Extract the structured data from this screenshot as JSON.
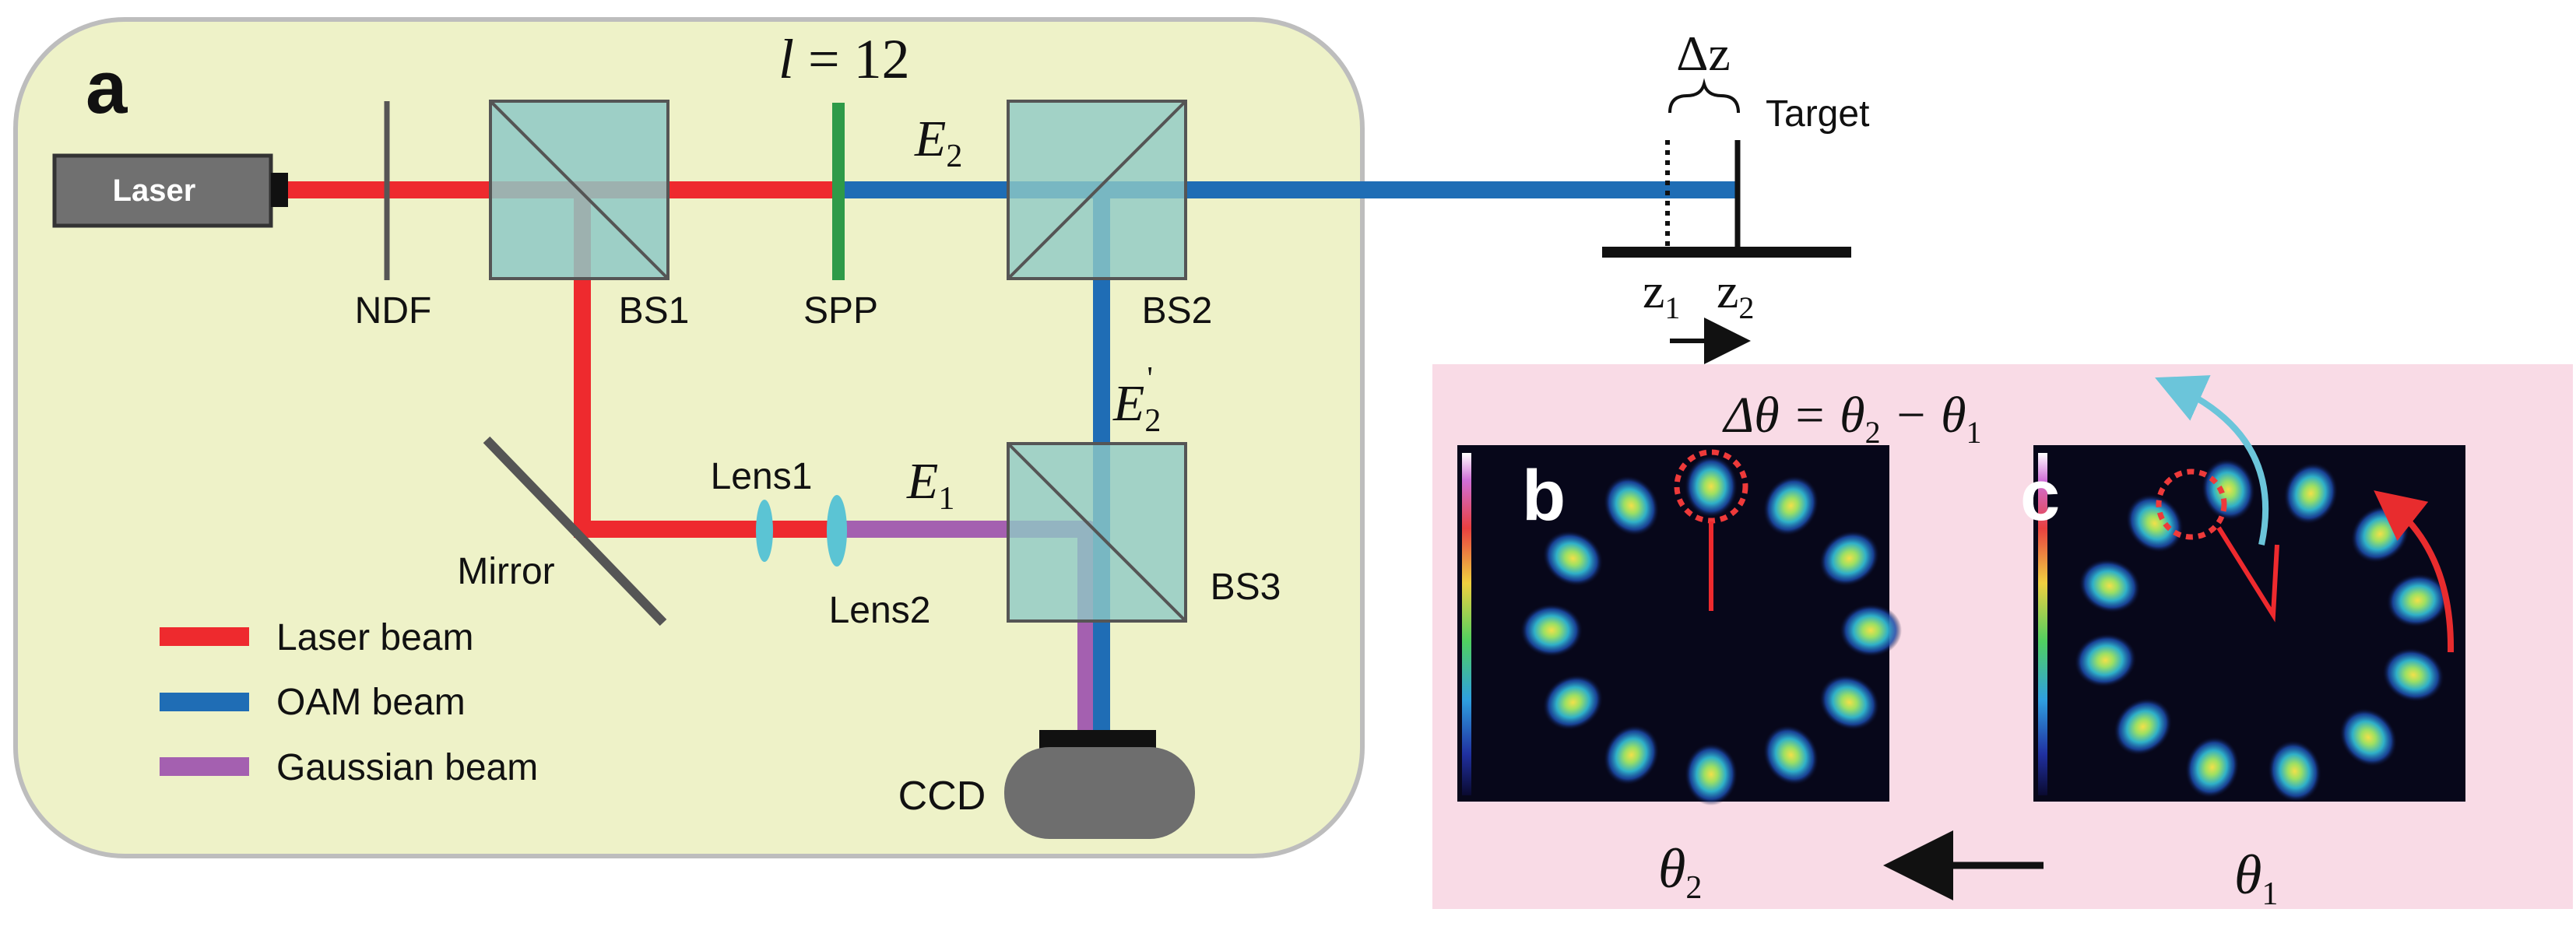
{
  "panel_labels": {
    "a": "a",
    "b": "b",
    "c": "c"
  },
  "components": {
    "laser": "Laser",
    "ndf": "NDF",
    "bs1": "BS1",
    "spp": "SPP",
    "bs2": "BS2",
    "bs3": "BS3",
    "mirror": "Mirror",
    "lens1": "Lens1",
    "lens2": "Lens2",
    "ccd": "CCD",
    "target": "Target"
  },
  "math": {
    "l_sym": "l",
    "l_eq": " = 12",
    "e2_base": "E",
    "e2_sub": "2",
    "e2p_base": "E",
    "e2p_sub": "2",
    "e2p_sup": "'",
    "e1_base": "E",
    "e1_sub": "1",
    "delta_z": "Δz",
    "z1_base": "z",
    "z1_sub": "1",
    "z2_base": "z",
    "z2_sub": "2",
    "delta_theta": "Δθ = θ",
    "dt_sub2": "2",
    "dt_minus": " − θ",
    "dt_sub1": "1",
    "theta2_base": "θ",
    "theta2_sub": "2",
    "theta1_base": "θ",
    "theta1_sub": "1"
  },
  "legend": {
    "items": [
      {
        "label": "Laser beam",
        "color": "#ee2a2e"
      },
      {
        "label": "OAM beam",
        "color": "#1f6db5"
      },
      {
        "label": "Gaussian beam",
        "color": "#a460b0"
      }
    ]
  },
  "colors": {
    "laser_beam": "#ee2a2e",
    "oam_beam": "#1f6db5",
    "gaussian_beam": "#a460b0",
    "panel_bg": "#eef2c8",
    "inset_bg": "#f9dbe6",
    "cube": "#8ec9c6",
    "spp": "#2e9a48",
    "lens": "#5bc4d4",
    "rotation_arrow_red": "#e82c2e",
    "rotation_arrow_cyan": "#6bc5da"
  },
  "intensity_images": {
    "b": {
      "lobes": 12,
      "rotation_deg": 0
    },
    "c": {
      "lobes": 12,
      "rotation_deg": -12
    }
  }
}
